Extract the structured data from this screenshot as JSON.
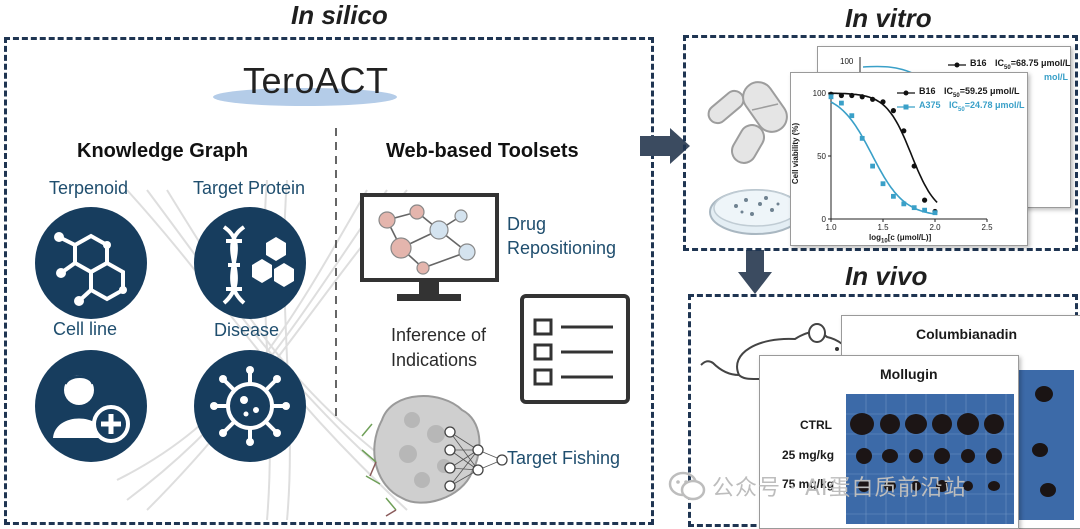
{
  "in_silico": {
    "title": "In silico",
    "logo": "TeroACT",
    "kg": {
      "heading": "Knowledge Graph",
      "items": [
        {
          "label": "Terpenoid",
          "icon": "molecule-icon"
        },
        {
          "label": "Target Protein",
          "icon": "dna-icon"
        },
        {
          "label": "Cell line",
          "icon": "person-plus-icon"
        },
        {
          "label": "Disease",
          "icon": "virus-icon"
        }
      ]
    },
    "tools": {
      "heading": "Web-based Toolsets",
      "drug_repositioning": [
        "Drug",
        "Repositioning"
      ],
      "inference": [
        "Inference of",
        "Indications"
      ],
      "target_fishing": "Target Fishing"
    }
  },
  "in_vitro": {
    "title": "In vitro",
    "back_chart": {
      "tick_y": "100",
      "legend": [
        {
          "name": "B16",
          "ic": "IC",
          "sub": "50",
          "value": "=68.75 μmol/L",
          "color": "#111111"
        },
        {
          "name": "",
          "ic": "",
          "sub": "",
          "value": "mol/L",
          "color": "#3aa0c8"
        }
      ]
    },
    "chart_data": {
      "type": "line",
      "title": "",
      "xlabel_parts": [
        "log",
        "10",
        "[c (μmol/L)]"
      ],
      "ylabel": "Cell viability (%)",
      "xlim": [
        1.0,
        2.5
      ],
      "ylim": [
        0,
        100
      ],
      "x_ticks": [
        "1.0",
        "1.5",
        "2.0",
        "2.5"
      ],
      "y_ticks": [
        "0",
        "50",
        "100"
      ],
      "series": [
        {
          "name": "B16",
          "ic_label": "IC",
          "ic_sub": "50",
          "ic_value": "=59.25 μmol/L",
          "color": "#111111",
          "ic50_log": 1.773,
          "points": [
            [
              1.0,
              99
            ],
            [
              1.1,
              98
            ],
            [
              1.2,
              98
            ],
            [
              1.3,
              97
            ],
            [
              1.4,
              95
            ],
            [
              1.5,
              93
            ],
            [
              1.6,
              86
            ],
            [
              1.7,
              70
            ],
            [
              1.8,
              42
            ],
            [
              1.9,
              15
            ],
            [
              2.0,
              6
            ]
          ]
        },
        {
          "name": "A375",
          "ic_label": "IC",
          "ic_sub": "50",
          "ic_value": "=24.78 μmol/L",
          "color": "#3aa0c8",
          "ic50_log": 1.394,
          "points": [
            [
              1.0,
              97
            ],
            [
              1.1,
              92
            ],
            [
              1.2,
              82
            ],
            [
              1.3,
              64
            ],
            [
              1.4,
              42
            ],
            [
              1.5,
              28
            ],
            [
              1.6,
              18
            ],
            [
              1.7,
              12
            ],
            [
              1.8,
              9
            ],
            [
              1.9,
              7
            ],
            [
              2.0,
              5
            ]
          ]
        }
      ]
    }
  },
  "in_vivo": {
    "title": "In vivo",
    "back_photo_title": "Columbianadin",
    "front_photo_title": "Mollugin",
    "rows": [
      "CTRL",
      "25 mg/kg",
      "75 mg/kg"
    ]
  },
  "watermark": "公众号 · AI蛋白质前沿站"
}
